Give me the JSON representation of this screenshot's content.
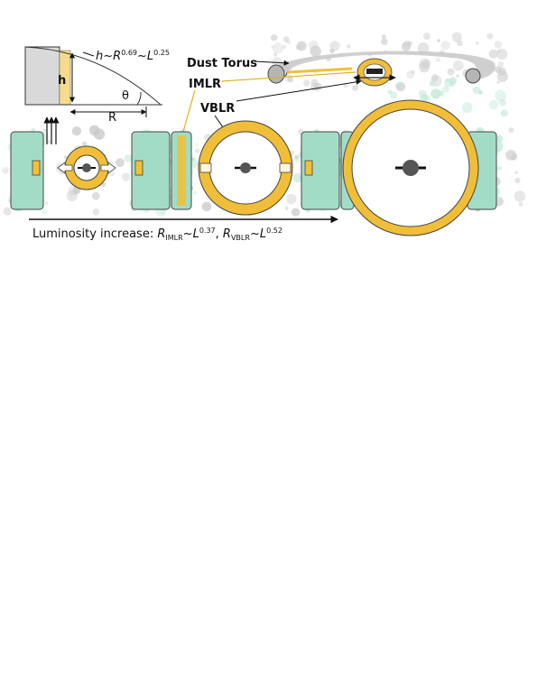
{
  "colors": {
    "dust": "#a3dcc6",
    "dust_gray": "#c4c4c4",
    "imlr": "#f2c034",
    "imlr_light": "#f6dc8a",
    "vblr_ring": "#f0be38",
    "core": "#555555",
    "outline": "#444444"
  },
  "labels": {
    "dust_torus": "Dust Torus",
    "imlr": "IMLR",
    "vblr": "VBLR"
  },
  "inset": {
    "formula_h": "h",
    "formula_r": "R",
    "formula_r_exp": "0.69",
    "formula_l": "L",
    "formula_l_exp": "0.25",
    "tilde": "~",
    "height_label": "h",
    "radius_label": "R",
    "angle_label": "θ"
  },
  "luminosity": {
    "text": "Luminosity  increase: ",
    "r1": "R",
    "r1_sub": "IMLR",
    "l1": "L",
    "l1_exp": "0.37",
    "sep": ", ",
    "r2": "R",
    "r2_sub": "VBLR",
    "l2": "L",
    "l2_exp": "0.52",
    "tilde": "~"
  },
  "icons": [
    "light-ray-arrows-icon",
    "arrow-right-icon"
  ]
}
